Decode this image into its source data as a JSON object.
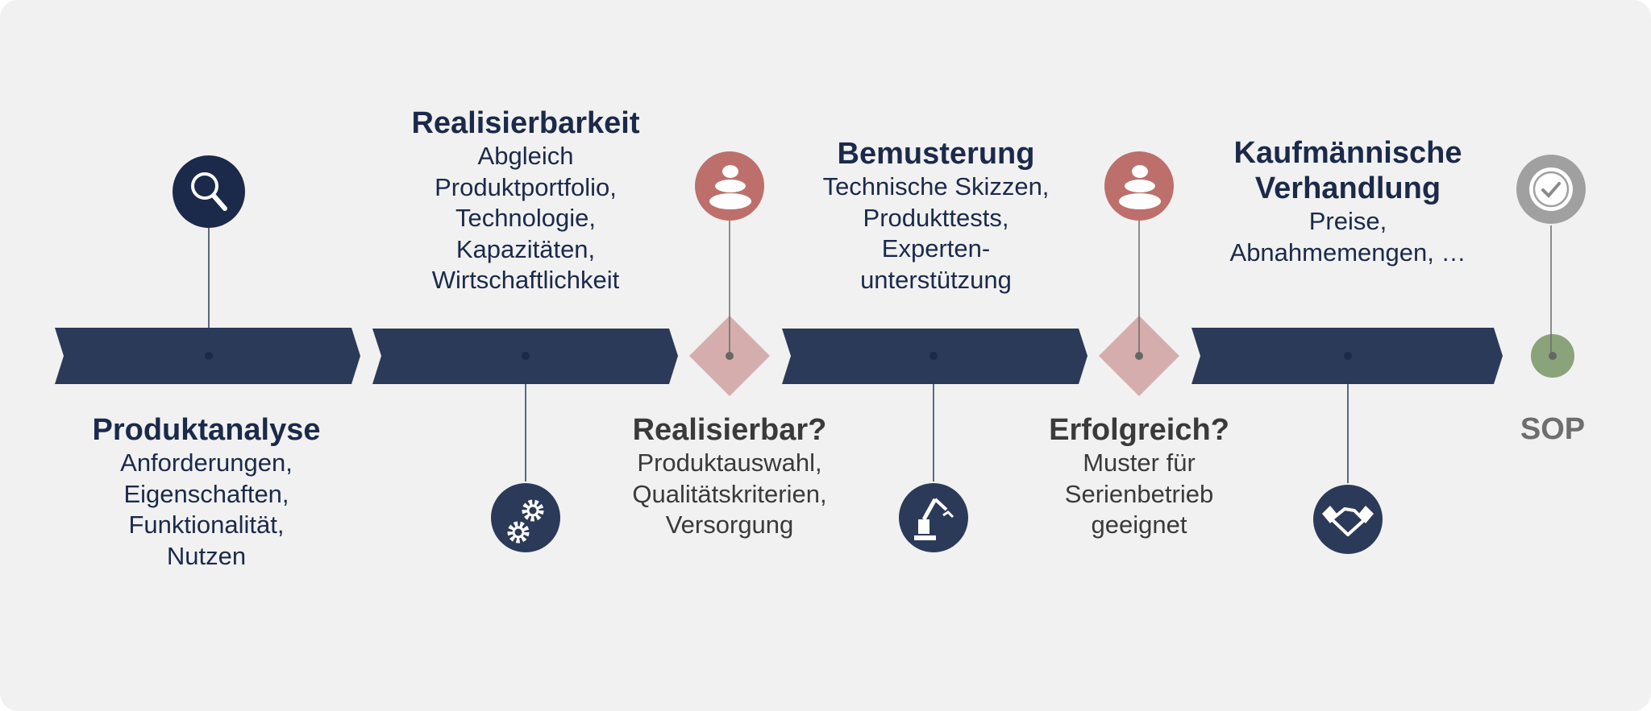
{
  "colors": {
    "background": "#f1f1f1",
    "chevron": "#2b3a58",
    "navy_circle": "#1b2a4a",
    "decision_circle": "#bd6f6b",
    "decision_diamond": "#d6adad",
    "sop_dot": "#8aa37a",
    "certificate": "#a0a0a0"
  },
  "phases": [
    {
      "title": "Produktanalyse",
      "lines": [
        "Anforderungen,",
        "Eigenschaften,",
        "Funktionalität,",
        "Nutzen"
      ],
      "icon": "magnifier-icon"
    },
    {
      "title": "Realisierbarkeit",
      "lines": [
        "Abgleich",
        "Produktportfolio,",
        "Technologie,",
        "Kapazitäten,",
        "Wirtschaftlichkeit"
      ],
      "icon": "gears-icon"
    },
    {
      "title": "Bemusterung",
      "lines": [
        "Technische Skizzen,",
        "Produkttests,",
        "Experten-",
        "unterstützung"
      ],
      "icon": "robot-arm-icon"
    },
    {
      "title_lines": [
        "Kaufmännische",
        "Verhandlung"
      ],
      "lines": [
        "Preise,",
        "Abnahmemengen, …"
      ],
      "icon": "handshake-icon"
    }
  ],
  "decisions": [
    {
      "title": "Realisierbar?",
      "lines": [
        "Produktauswahl,",
        "Qualitätskriterien,",
        "Versorgung"
      ],
      "icon": "stacked-stones-icon"
    },
    {
      "title": "Erfolgreich?",
      "lines": [
        "Muster für",
        "Serienbetrieb",
        "geeignet"
      ],
      "icon": "stacked-stones-icon"
    }
  ],
  "milestone": {
    "label": "SOP",
    "icon": "certificate-check-icon"
  }
}
